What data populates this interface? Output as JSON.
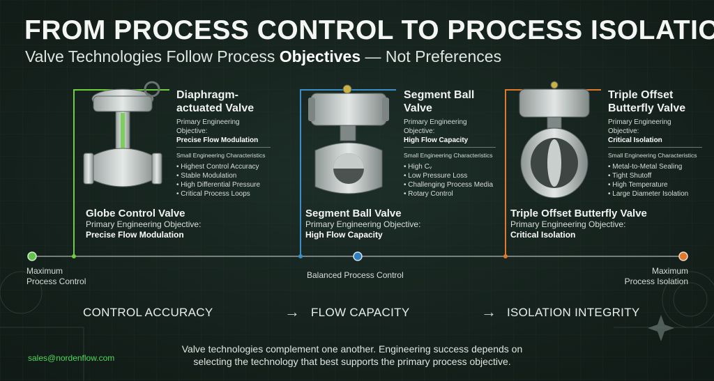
{
  "title": "FROM PROCESS CONTROL TO PROCESS ISOLATION",
  "subtitle": {
    "prefix": "Valve Technologies Follow Process ",
    "bold": "Objectives",
    "suffix": " — Not Preferences"
  },
  "valves": [
    {
      "name": "Diaphragm-actuated Valve",
      "objective_label": "Primary Engineering Objective:",
      "objective": "Precise Flow Modulation",
      "characteristics_label": "Small Engineering Characteristics",
      "characteristics": [
        "Highest Control Accuracy",
        "Stable Modulation",
        "High Differential Pressure",
        "Critical Process Loops"
      ],
      "lower_name": "Globe Control Valve",
      "lower_objective_label": "Primary Engineering Objective:",
      "lower_objective": "Precise Flow Modulation",
      "color": "#6fcf3a",
      "image_icon": "globe-control-valve-icon"
    },
    {
      "name": "Segment Ball Valve",
      "objective_label": "Primary Engineering Objective:",
      "objective": "High Flow Capacity",
      "characteristics_label": "Small Engineering Characteristics",
      "characteristics": [
        "High Cᵥ",
        "Low Pressure Loss",
        "Challenging Process Media",
        "Rotary Control"
      ],
      "lower_name": "Segment Ball Valve",
      "lower_objective_label": "Primary Engineering Objective:",
      "lower_objective": "High Flow Capacity",
      "color": "#3b8fc9",
      "image_icon": "segment-ball-valve-icon"
    },
    {
      "name": "Triple Offset Butterfly Valve",
      "objective_label": "Primary Engineering Objective:",
      "objective": "Critical Isolation",
      "characteristics_label": "Small Engineering Characteristics",
      "characteristics": [
        "Metal-to-Metal Sealing",
        "Tight Shutoff",
        "High Temperature",
        "Large Diameter Isolation"
      ],
      "lower_name": "Triple Offset Butterfly Valve",
      "lower_objective_label": "Primary Engineering Objective:",
      "lower_objective": "Critical Isolation",
      "color": "#e07a2a",
      "image_icon": "triple-offset-butterfly-valve-icon"
    }
  ],
  "axis": {
    "left": [
      "Maximum",
      "Process Control"
    ],
    "center": "Balanced Process Control",
    "right": [
      "Maximum",
      "Process Isolation"
    ]
  },
  "spectrum": [
    "CONTROL ACCURACY",
    "FLOW CAPACITY",
    "ISOLATION INTEGRITY"
  ],
  "arrow_glyph": "→",
  "footer": {
    "line1": "Valve technologies complement one another. Engineering success depends on",
    "line2": "selecting the technology that best supports the primary process objective."
  },
  "email": "sales@nordenflow.com"
}
